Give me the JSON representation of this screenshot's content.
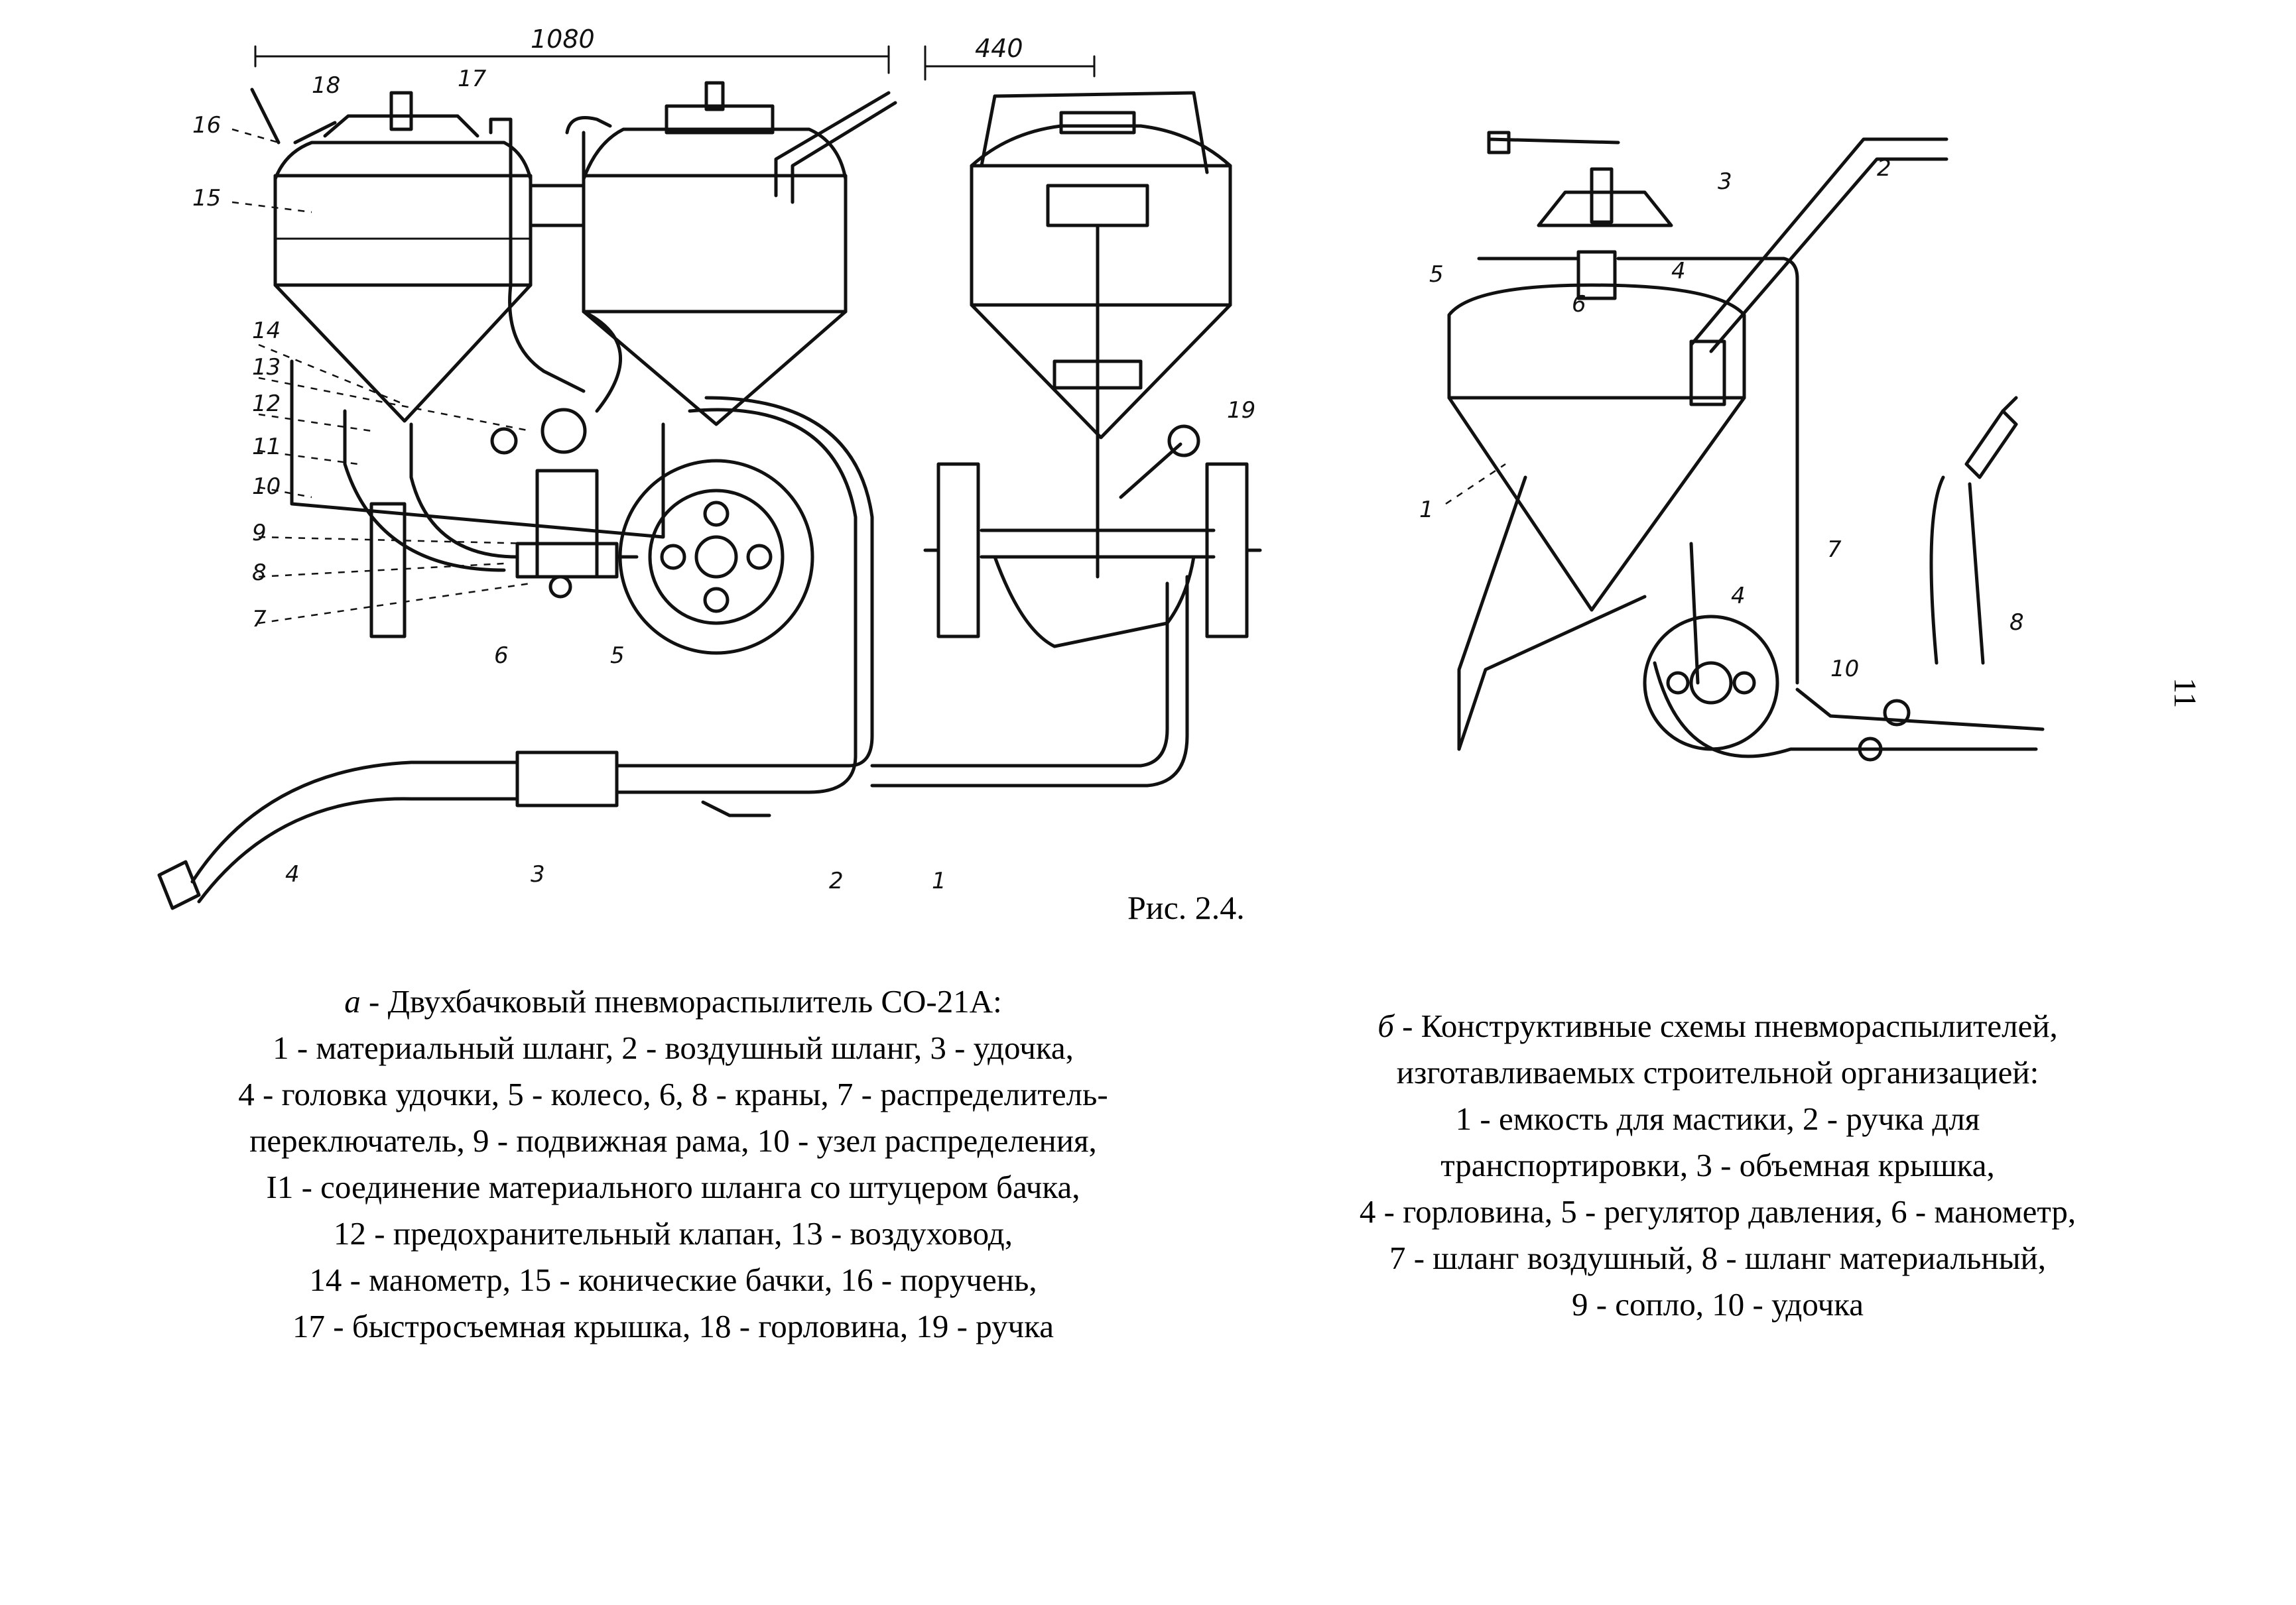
{
  "figure": {
    "caption": "Рис. 2.4.",
    "dimensions": {
      "width_label": "1080",
      "depth_label": "440"
    },
    "labels_a": [
      "16",
      "18",
      "17",
      "15",
      "14",
      "13",
      "12",
      "11",
      "10",
      "9",
      "8",
      "7",
      "6",
      "5",
      "4",
      "3",
      "2",
      "1",
      "19"
    ],
    "labels_b": [
      "5",
      "3",
      "2",
      "4",
      "6",
      "1",
      "4",
      "7",
      "10",
      "8"
    ]
  },
  "caption_a": {
    "mark": "а",
    "title": " - Двухбачковый пневмораспылитель СО-21А:",
    "lines": [
      "1  - материальный шланг, 2 - воздушный шланг, 3 - удочка,",
      "4 - головка удочки, 5 - колесо, 6, 8 - краны, 7 - распределитель-",
      "переключатель, 9 - подвижная рама, 10 - узел распределения,",
      "I1  - соединение материального шланга со штуцером бачка,",
      "12 - предохранительный клапан, 13 - воздуховод,",
      "14 - манометр, 15 - конические бачки, 16 - поручень,",
      "17 - быстросъемная крышка, 18 - горловина, 19 - ручка"
    ]
  },
  "caption_b": {
    "mark": "б",
    "title": " - Конструктивные схемы пневмораспылителей,",
    "lines": [
      "изготавливаемых строительной организацией:",
      "1 - емкость для мастики, 2 - ручка для",
      "транспортировки, 3 - объемная крышка,",
      "4 - горловина, 5 - регулятор давления, 6 - манометр,",
      "7 - шланг воздушный, 8 - шланг материальный,",
      "9 - сопло, 10 - удочка"
    ]
  },
  "page_number": "11"
}
